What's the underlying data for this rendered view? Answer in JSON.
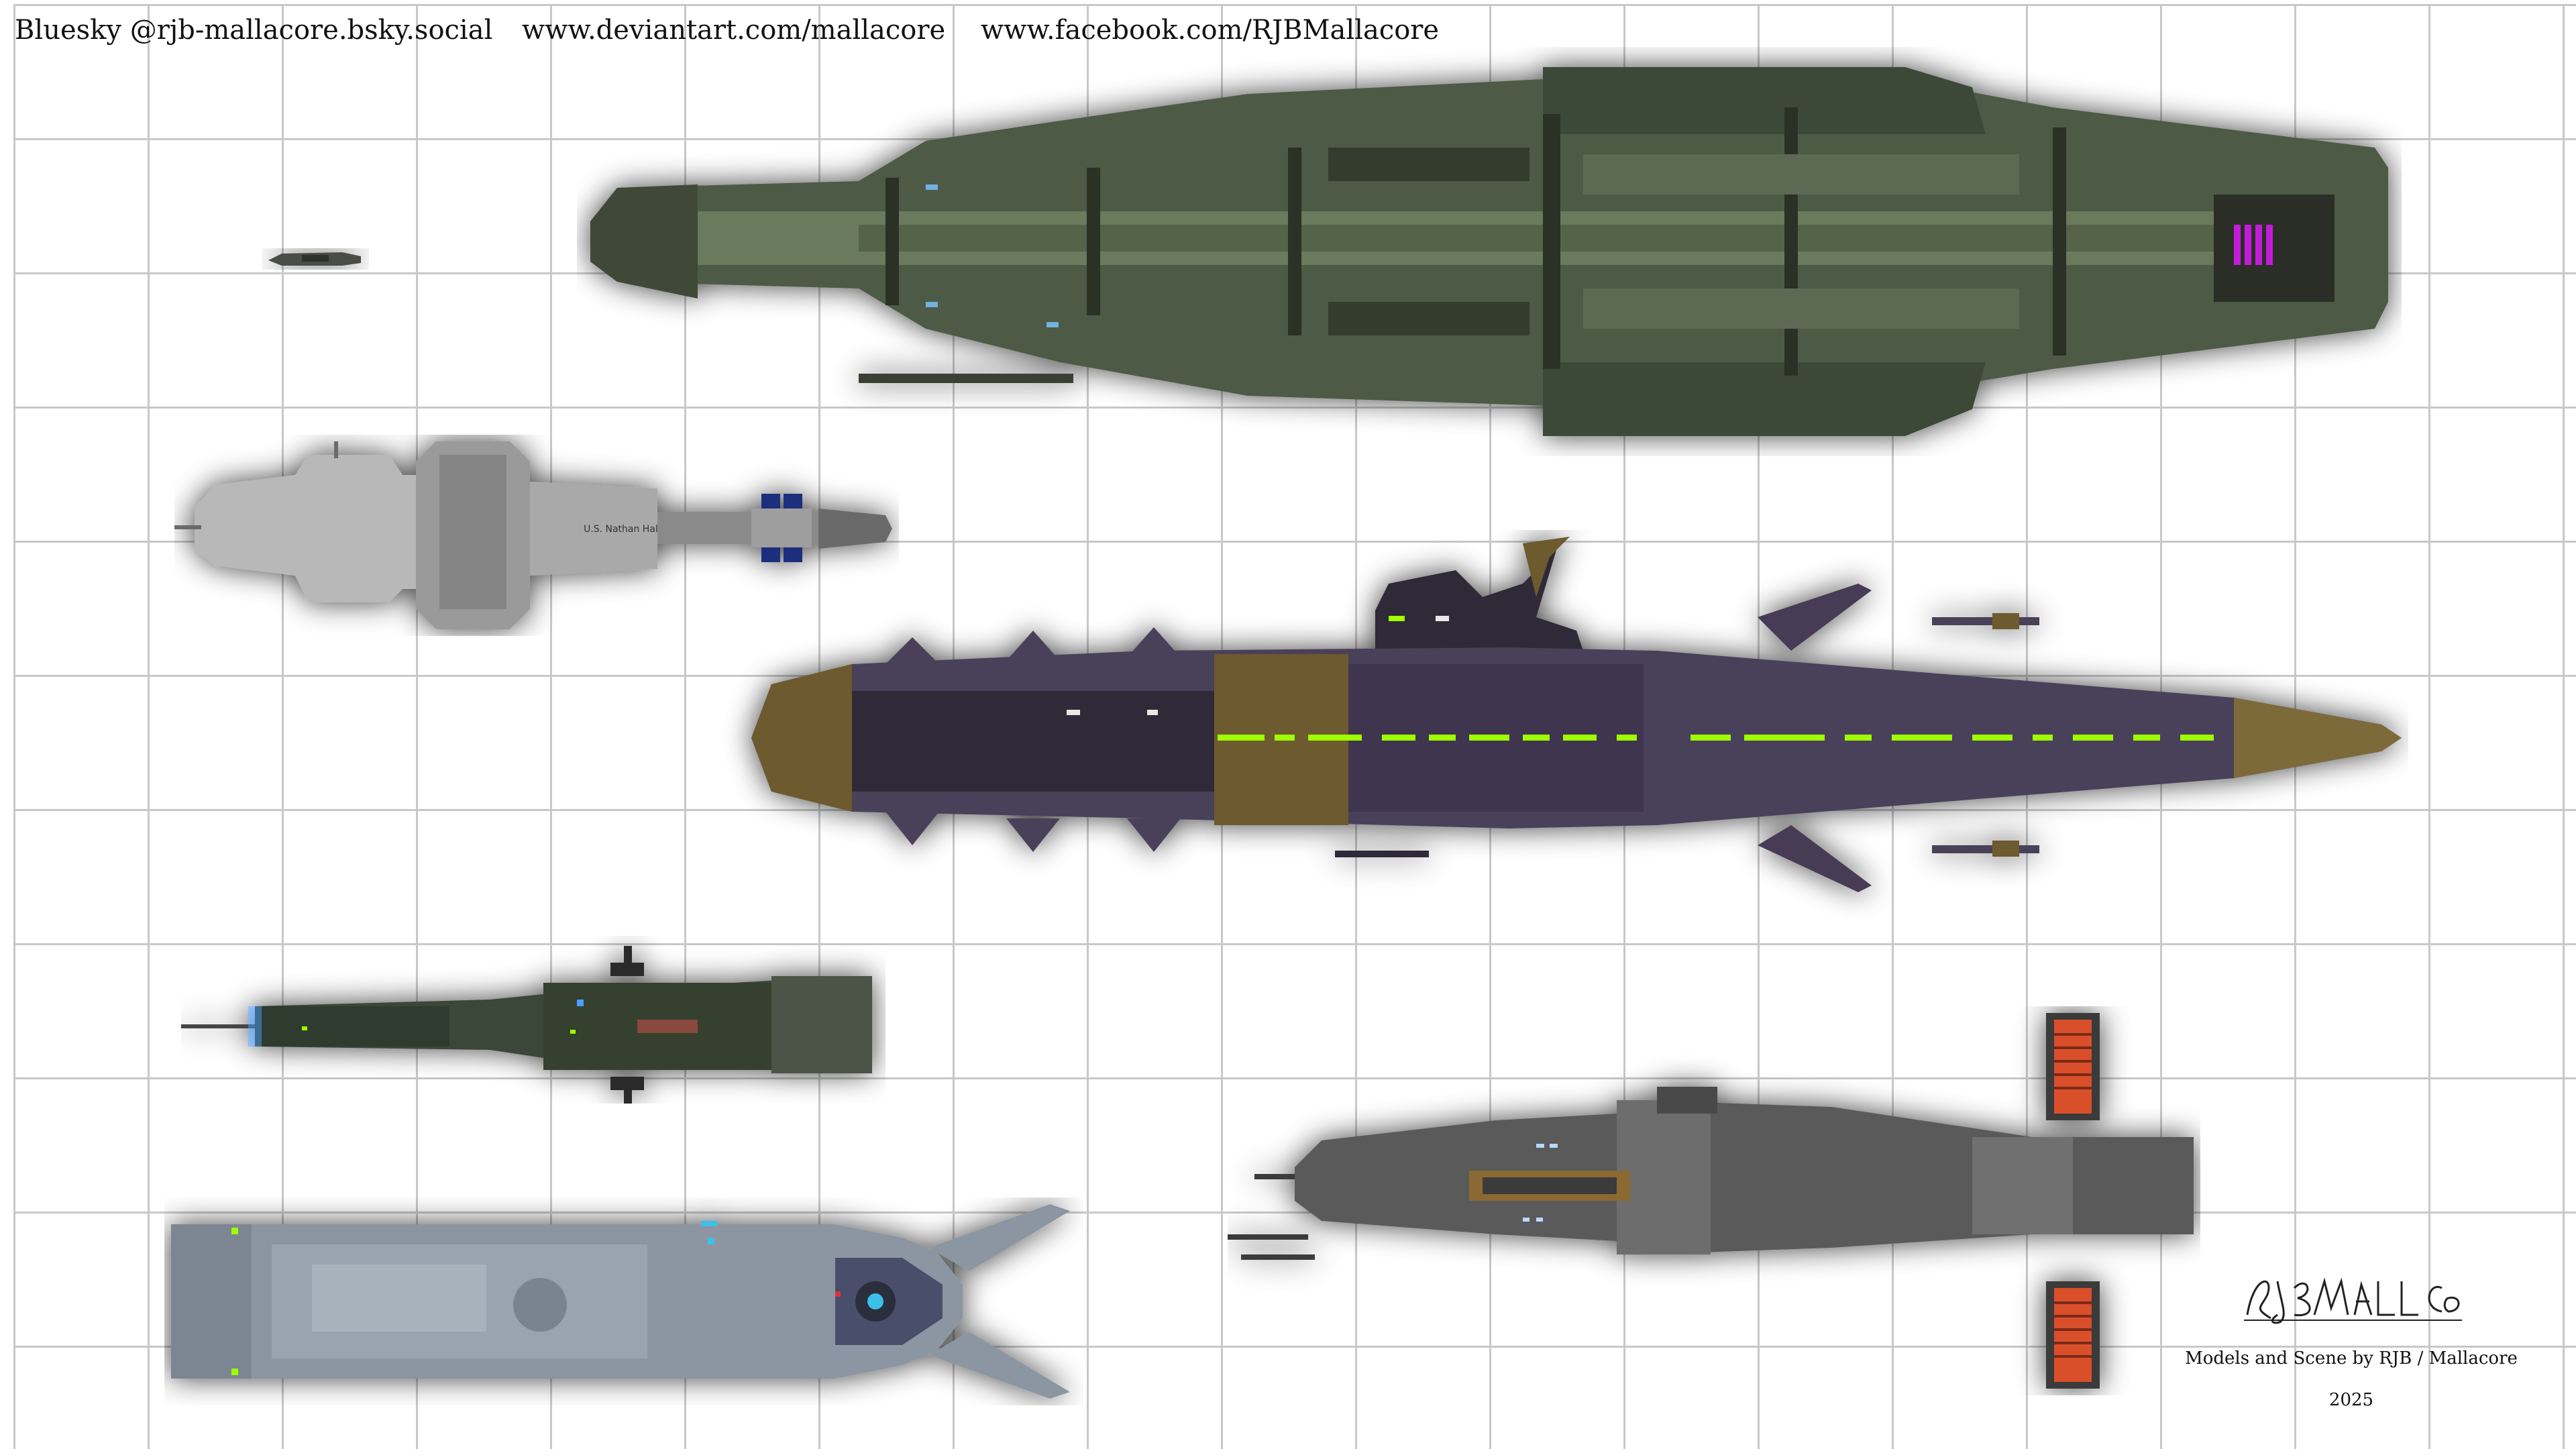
{
  "header": {
    "bluesky": "Bluesky @rjb-mallacore.bsky.social",
    "deviantart": "www.deviantart.com/mallacore",
    "facebook": "www.facebook.com/RJBMallacore"
  },
  "ships": {
    "white_cruiser_hull_text": "U.S. Nathan Hal"
  },
  "credits": {
    "line": "Models and Scene by RJB / Mallacore",
    "year": "2025"
  },
  "colors": {
    "grid_line": "#c8c8c8",
    "green_hull": "#4d5a44",
    "purple_hull": "#4a3f5a",
    "tan_armor": "#6d5a2e",
    "neon_green": "#9dff00",
    "magenta_light": "#c21fd8",
    "white_hull": "#b8b8b8",
    "blue_pods": "#1c2f7e",
    "orange_radiator": "#d9502a",
    "steel_hull": "#8c96a2"
  }
}
